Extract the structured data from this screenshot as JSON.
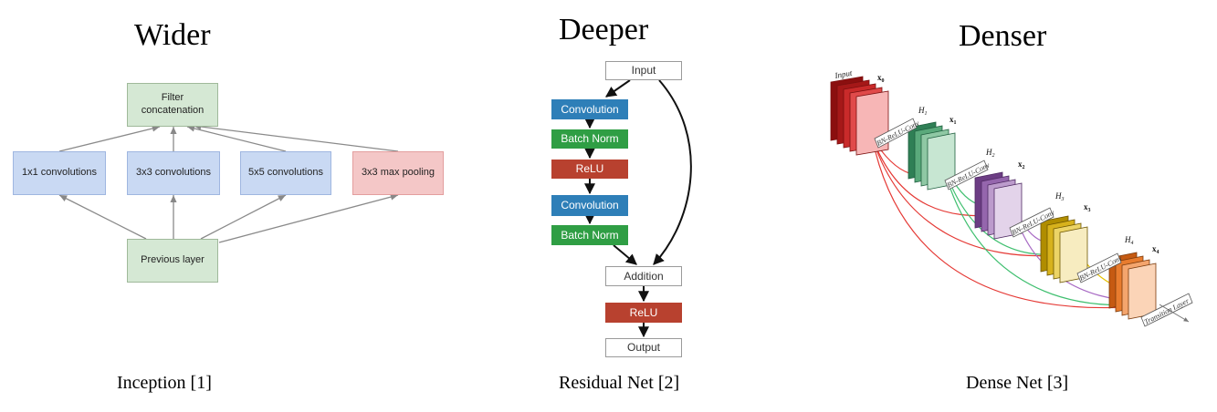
{
  "headings": {
    "wider": "Wider",
    "deeper": "Deeper",
    "denser": "Denser"
  },
  "captions": {
    "inception": "Inception [1]",
    "residual": "Residual Net [2]",
    "dense": "Dense Net [3]"
  },
  "inception": {
    "filter_concat": "Filter\nconcatenation",
    "conv1x1": "1x1 convolutions",
    "conv3x3": "3x3 convolutions",
    "conv5x5": "5x5 convolutions",
    "maxpool": "3x3 max pooling",
    "previous": "Previous layer"
  },
  "residual": {
    "input": "Input",
    "conv1": "Convolution",
    "bn1": "Batch Norm",
    "relu1": "ReLU",
    "conv2": "Convolution",
    "bn2": "Batch Norm",
    "addition": "Addition",
    "relu2": "ReLU",
    "output": "Output"
  },
  "dense": {
    "input_label": "Input",
    "x0": "x",
    "x0_sub": "0",
    "x1": "x",
    "x1_sub": "1",
    "x2": "x",
    "x2_sub": "2",
    "x3": "x",
    "x3_sub": "3",
    "x4": "x",
    "x4_sub": "4",
    "h1": "H",
    "h1_sub": "1",
    "h2": "H",
    "h2_sub": "2",
    "h3": "H",
    "h3_sub": "3",
    "h4": "H",
    "h4_sub": "4",
    "bn1": "BN-ReLU-Conv",
    "bn2": "BN-ReLU-Conv",
    "bn3": "BN-ReLU-Conv",
    "bn4": "BN-ReLU-Conv",
    "transition": "Transition Layer"
  },
  "colors": {
    "inception_blue": "#c9d9f3",
    "inception_green": "#d5e8d4",
    "inception_pink": "#f4c7c7",
    "resnet_blue": "#2e7fb8",
    "resnet_green": "#2f9e44",
    "resnet_red": "#b8412f",
    "dense_red": "#d42a2a",
    "dense_green": "#3f9a6a",
    "dense_purple": "#8e5aa8",
    "dense_gold": "#c9a200",
    "dense_orange": "#e8701e"
  }
}
